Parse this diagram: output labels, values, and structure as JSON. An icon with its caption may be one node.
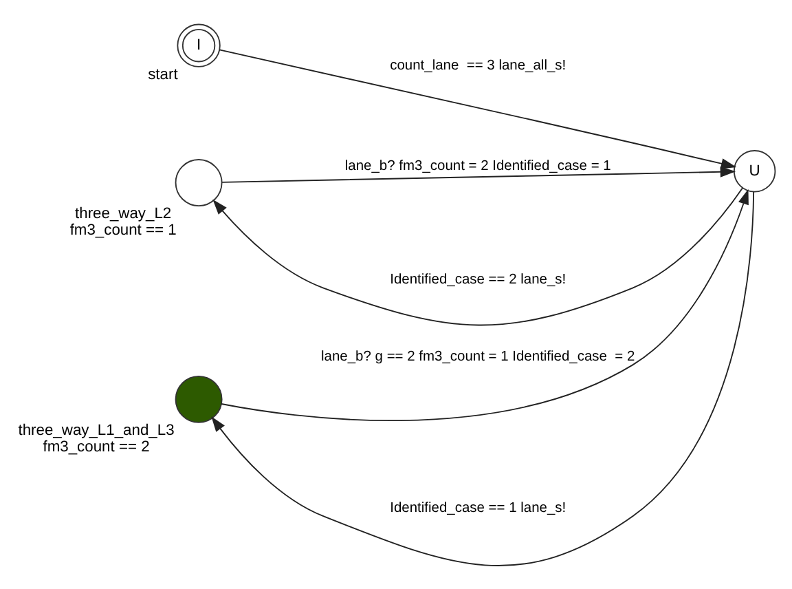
{
  "diagram": {
    "nodes": [
      {
        "text": [
          "I"
        ],
        "beside": [
          "start"
        ]
      },
      {
        "text": [
          "U"
        ]
      },
      {
        "text": [],
        "shape": "circle",
        "beside": [
          "three_way_L2",
          "fm3_count == 1"
        ]
      },
      {
        "text": [],
        "shape": "circle",
        "beside": [
          "three_way_L1_and_L3",
          "fm3_count == 2"
        ]
      }
    ],
    "edges": [
      {
        "from": 0,
        "to": 1,
        "arrow": "to",
        "label": "count_lane  == 3 lane_all_s!"
      },
      {
        "from": 1,
        "to": 2,
        "arrow": "to",
        "label": "Identified_case == 2 lane_s!"
      },
      {
        "from": 2,
        "to": 1,
        "arrow": "to",
        "label": "lane_b? fm3_count = 2 Identified_case = 1"
      },
      {
        "from": 1,
        "to": 3,
        "arrow": "to",
        "label": "Identified_case == 1 lane_s!"
      },
      {
        "from": 3,
        "to": 1,
        "arrow": "to",
        "label": "lane_b? g == 2 fm3_count = 1 Identified_case  = 2"
      }
    ]
  }
}
